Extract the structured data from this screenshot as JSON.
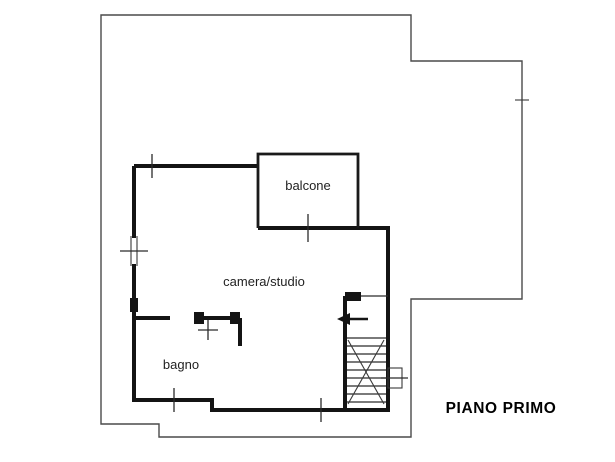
{
  "plan": {
    "title": "PIANO PRIMO",
    "rooms": {
      "balcone": "balcone",
      "camera_studio": "camera/studio",
      "bagno": "bagno"
    }
  },
  "colors": {
    "background": "#ffffff",
    "outer_outline": "#4a4a4a",
    "wall": "#141414",
    "label_text": "#1f1f1f",
    "title_text": "#000000"
  }
}
